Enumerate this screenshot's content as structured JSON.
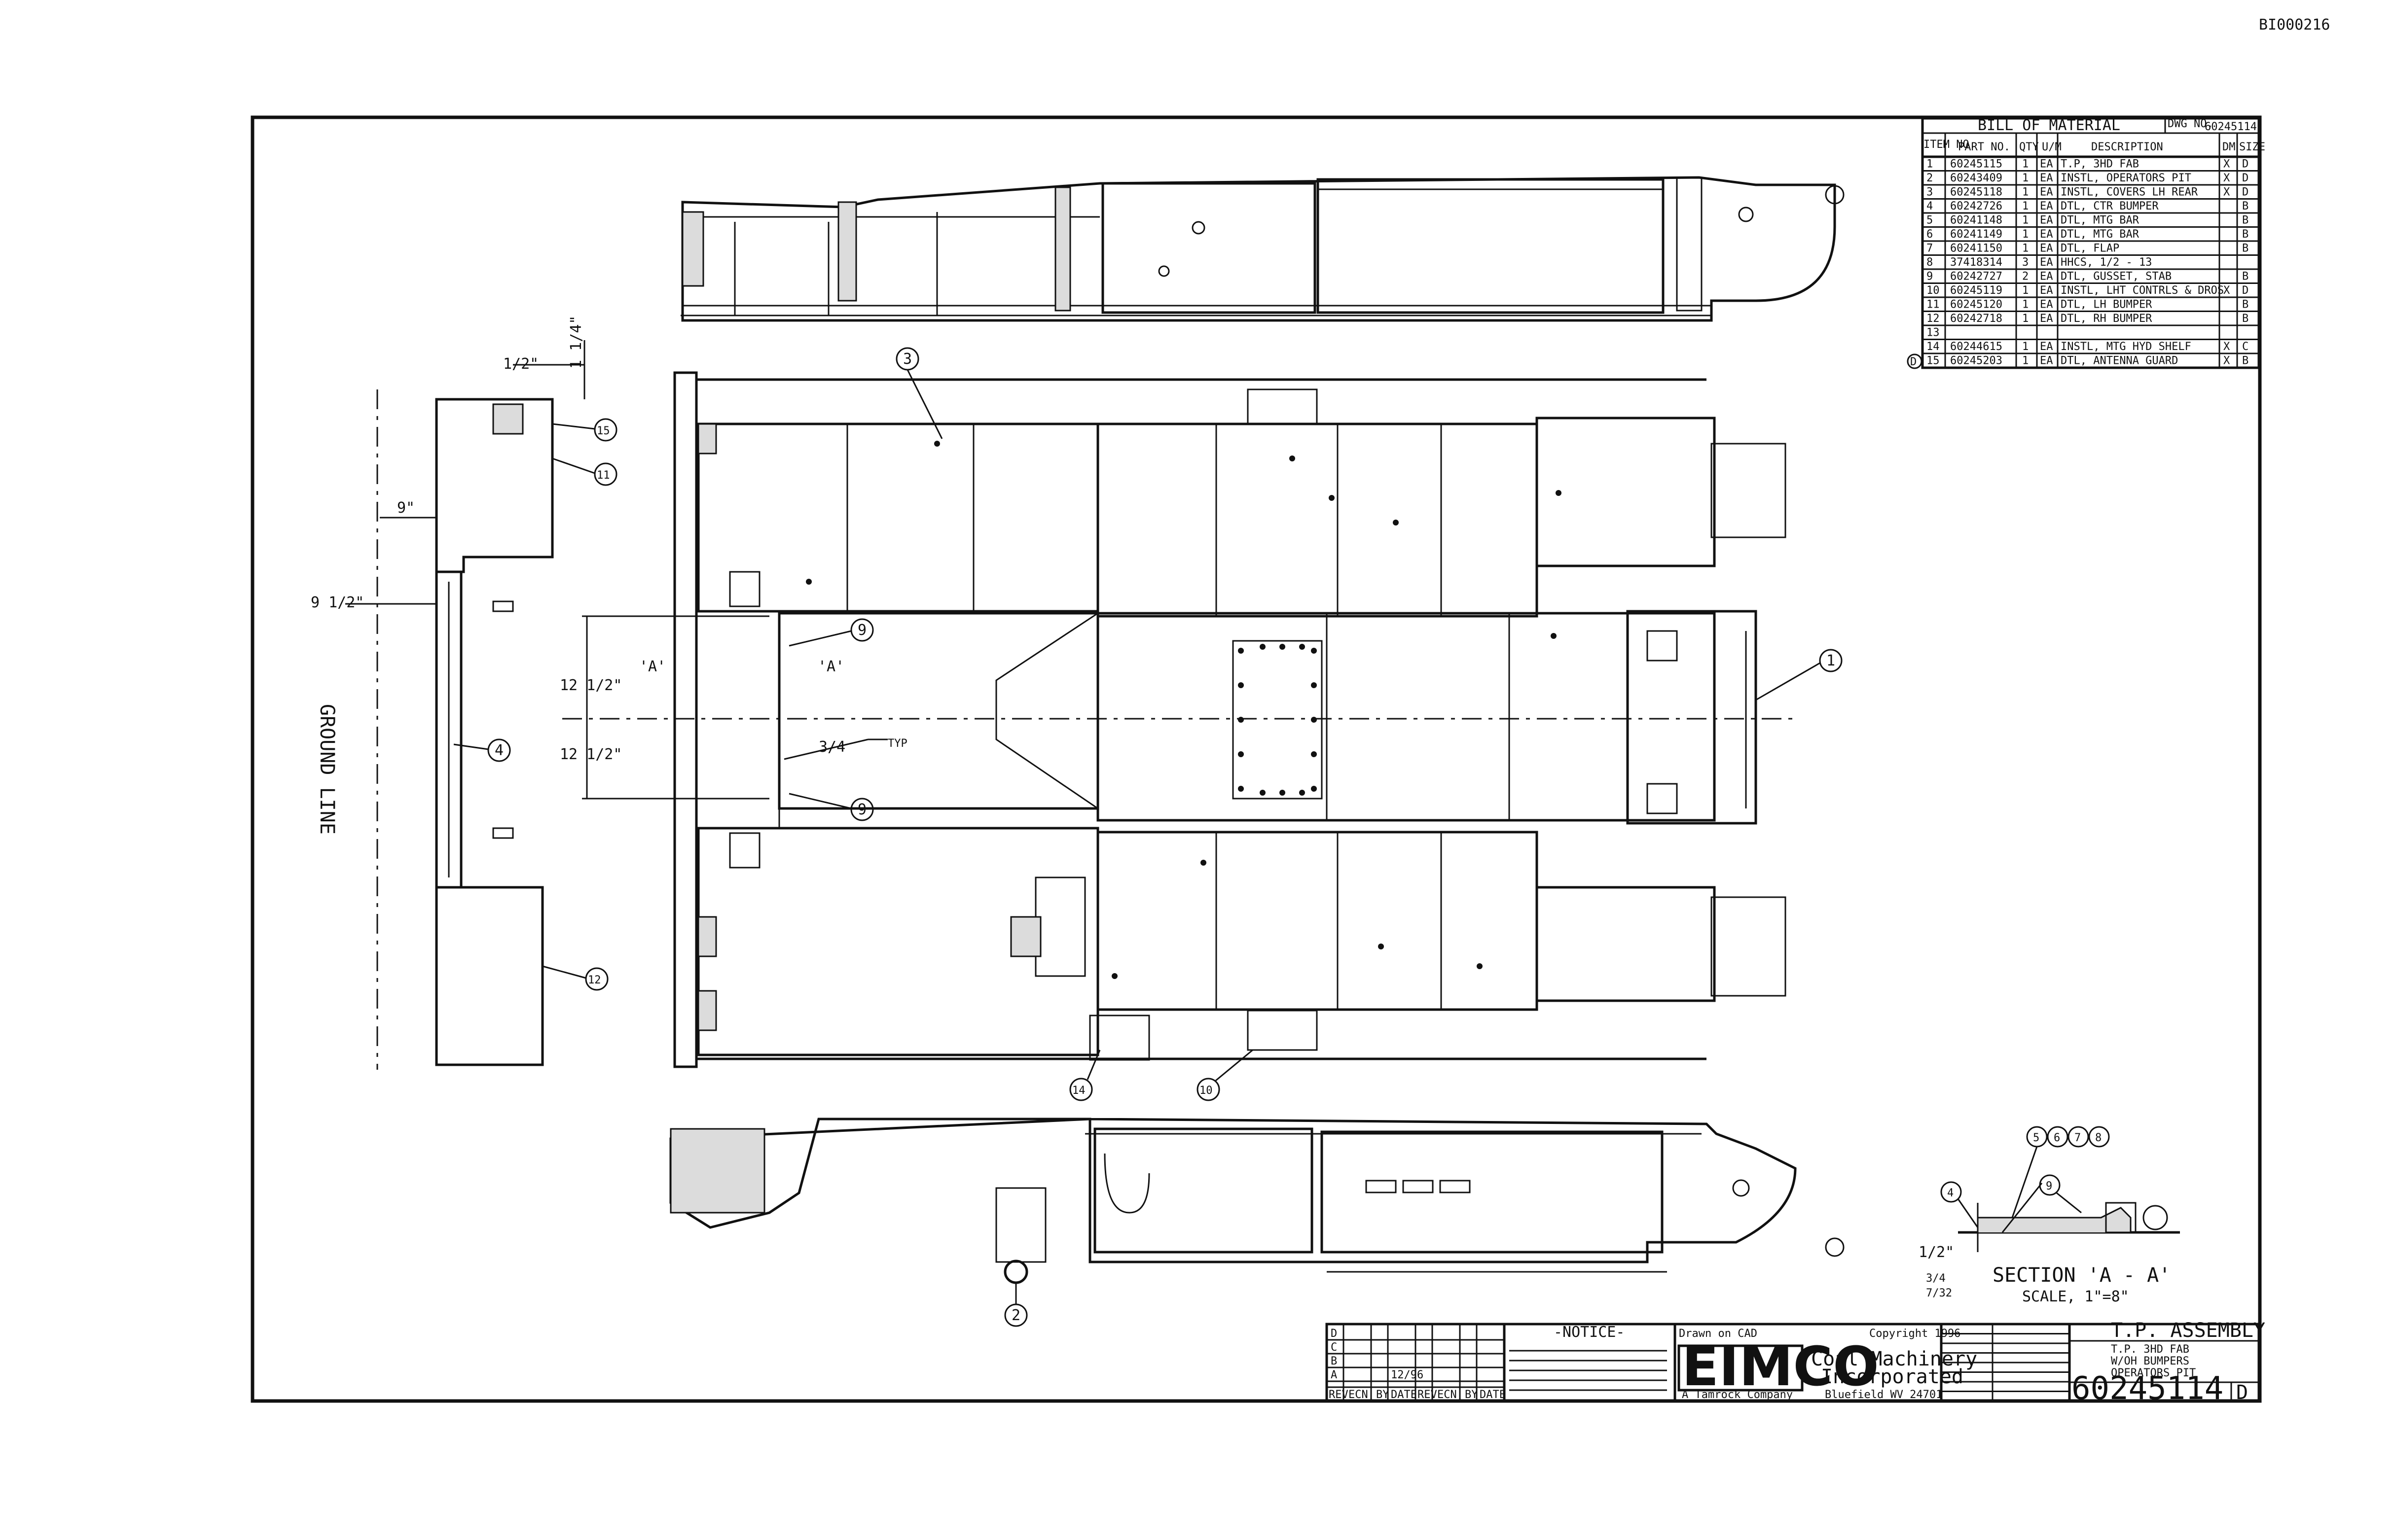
{
  "doc_ref": "BI000216",
  "bom": {
    "title": "BILL OF MATERIAL",
    "dwg_no_label": "DWG NO.",
    "dwg_no": "60245114",
    "headers": [
      "ITEM NO.",
      "PART NO.",
      "QTY",
      "U/M",
      "DESCRIPTION",
      "DM",
      "SIZE"
    ],
    "rows": [
      {
        "item": "1",
        "part": "60245115",
        "qty": "1",
        "um": "EA",
        "desc": "T.P, 3HD FAB",
        "dm": "X",
        "size": "D"
      },
      {
        "item": "2",
        "part": "60243409",
        "qty": "1",
        "um": "EA",
        "desc": "INSTL, OPERATORS PIT",
        "dm": "X",
        "size": "D"
      },
      {
        "item": "3",
        "part": "60245118",
        "qty": "1",
        "um": "EA",
        "desc": "INSTL, COVERS LH REAR",
        "dm": "X",
        "size": "D"
      },
      {
        "item": "4",
        "part": "60242726",
        "qty": "1",
        "um": "EA",
        "desc": "DTL, CTR BUMPER",
        "dm": "",
        "size": "B"
      },
      {
        "item": "5",
        "part": "60241148",
        "qty": "1",
        "um": "EA",
        "desc": "DTL, MTG BAR",
        "dm": "",
        "size": "B"
      },
      {
        "item": "6",
        "part": "60241149",
        "qty": "1",
        "um": "EA",
        "desc": "DTL, MTG BAR",
        "dm": "",
        "size": "B"
      },
      {
        "item": "7",
        "part": "60241150",
        "qty": "1",
        "um": "EA",
        "desc": "DTL, FLAP",
        "dm": "",
        "size": "B"
      },
      {
        "item": "8",
        "part": "37418314",
        "qty": "3",
        "um": "EA",
        "desc": "HHCS, 1/2 - 13",
        "dm": "",
        "size": ""
      },
      {
        "item": "9",
        "part": "60242727",
        "qty": "2",
        "um": "EA",
        "desc": "DTL, GUSSET, STAB",
        "dm": "",
        "size": "B"
      },
      {
        "item": "10",
        "part": "60245119",
        "qty": "1",
        "um": "EA",
        "desc": "INSTL, LHT CONTRLS & DROS",
        "dm": "X",
        "size": "D"
      },
      {
        "item": "11",
        "part": "60245120",
        "qty": "1",
        "um": "EA",
        "desc": "DTL, LH BUMPER",
        "dm": "",
        "size": "B"
      },
      {
        "item": "12",
        "part": "60242718",
        "qty": "1",
        "um": "EA",
        "desc": "DTL, RH BUMPER",
        "dm": "",
        "size": "B"
      },
      {
        "item": "13",
        "part": "",
        "qty": "",
        "um": "",
        "desc": "",
        "dm": "",
        "size": ""
      },
      {
        "item": "14",
        "part": "60244615",
        "qty": "1",
        "um": "EA",
        "desc": "INSTL, MTG HYD SHELF",
        "dm": "X",
        "size": "C"
      },
      {
        "item": "15",
        "part": "60245203",
        "qty": "1",
        "um": "EA",
        "desc": "DTL, ANTENNA GUARD",
        "dm": "X",
        "size": "B"
      }
    ],
    "rev_marker": "D"
  },
  "dims": {
    "half": "1/2\"",
    "one_quarter": "1 1/4\"",
    "nine": "9\"",
    "nine_half": "9 1/2\"",
    "twelve_half_a": "12 1/2\"",
    "twelve_half_b": "12 1/2\"",
    "ground_line": "GROUND LINE",
    "sec_a1": "'A'",
    "sec_a2": "'A'",
    "weld": "3/4",
    "typ": "TYP"
  },
  "balloons": {
    "b1": "1",
    "b2": "2",
    "b3": "3",
    "b4": "4",
    "b9a": "9",
    "b9b": "9",
    "b10": "10",
    "b11": "11",
    "b12": "12",
    "b14": "14",
    "b15": "15",
    "s4": "4",
    "s5": "5",
    "s6": "6",
    "s7": "7",
    "s8": "8",
    "s9": "9"
  },
  "section": {
    "title": "SECTION 'A - A'",
    "scale": "SCALE, 1\"=8\"",
    "dim_half": "1/2\"",
    "dim_34": "3/4",
    "dim_32": "7/32"
  },
  "title_block": {
    "notice_title": "-NOTICE-",
    "drawn": "Drawn on CAD",
    "copyright": "Copyright 1996",
    "brand": "EIMCO",
    "company_line1": "Coal Machinery",
    "company_line2": "Incorporated",
    "company_sub": "A Tamrock Company",
    "location": "Bluefield WV 24701",
    "title": "T.P. ASSEMBLY",
    "title_sub1": "T.P. 3HD FAB",
    "title_sub2": "W/OH BUMPERS",
    "title_sub3": "OPERATORS PIT",
    "dwg_no": "60245114",
    "rev": "D",
    "rev_row_date": "12/96",
    "rev_letters": [
      "D",
      "C",
      "B",
      "A"
    ],
    "col_headers": [
      "REV",
      "ECN",
      "BY",
      "DATE",
      "REV",
      "ECN",
      "BY",
      "DATE"
    ]
  },
  "colors": {
    "line": "#111111",
    "paper": "#ffffff",
    "shade": "#dcdcdc"
  }
}
